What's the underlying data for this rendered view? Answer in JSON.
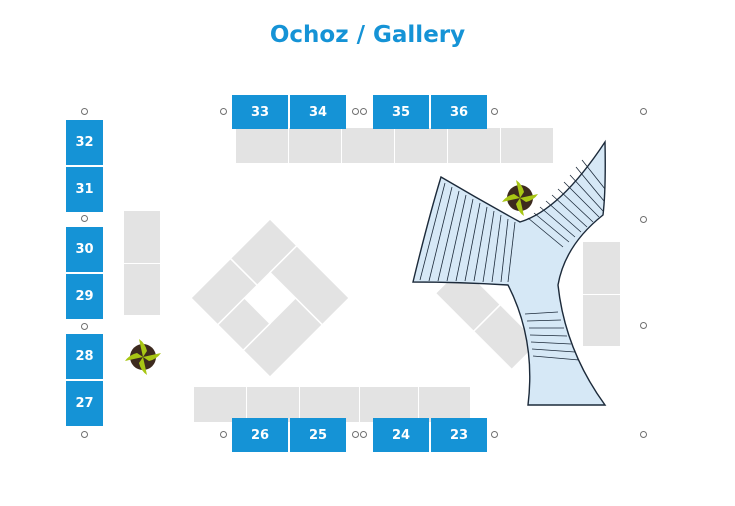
{
  "title": "Ochoz / Gallery",
  "stands": {
    "s23": "23",
    "s24": "24",
    "s25": "25",
    "s26": "26",
    "s27": "27",
    "s28": "28",
    "s29": "29",
    "s30": "30",
    "s31": "31",
    "s32": "32",
    "s33": "33",
    "s34": "34",
    "s35": "35",
    "s36": "36"
  },
  "colors": {
    "stand_available": "#1593d6",
    "stand_inactive": "#e3e3e3",
    "staircase": "#d6e8f6",
    "plant_leaf": "#a8c614",
    "plant_pot": "#3d2a1e"
  },
  "icons": [
    "plant-icon",
    "post-icon",
    "staircase-icon"
  ]
}
